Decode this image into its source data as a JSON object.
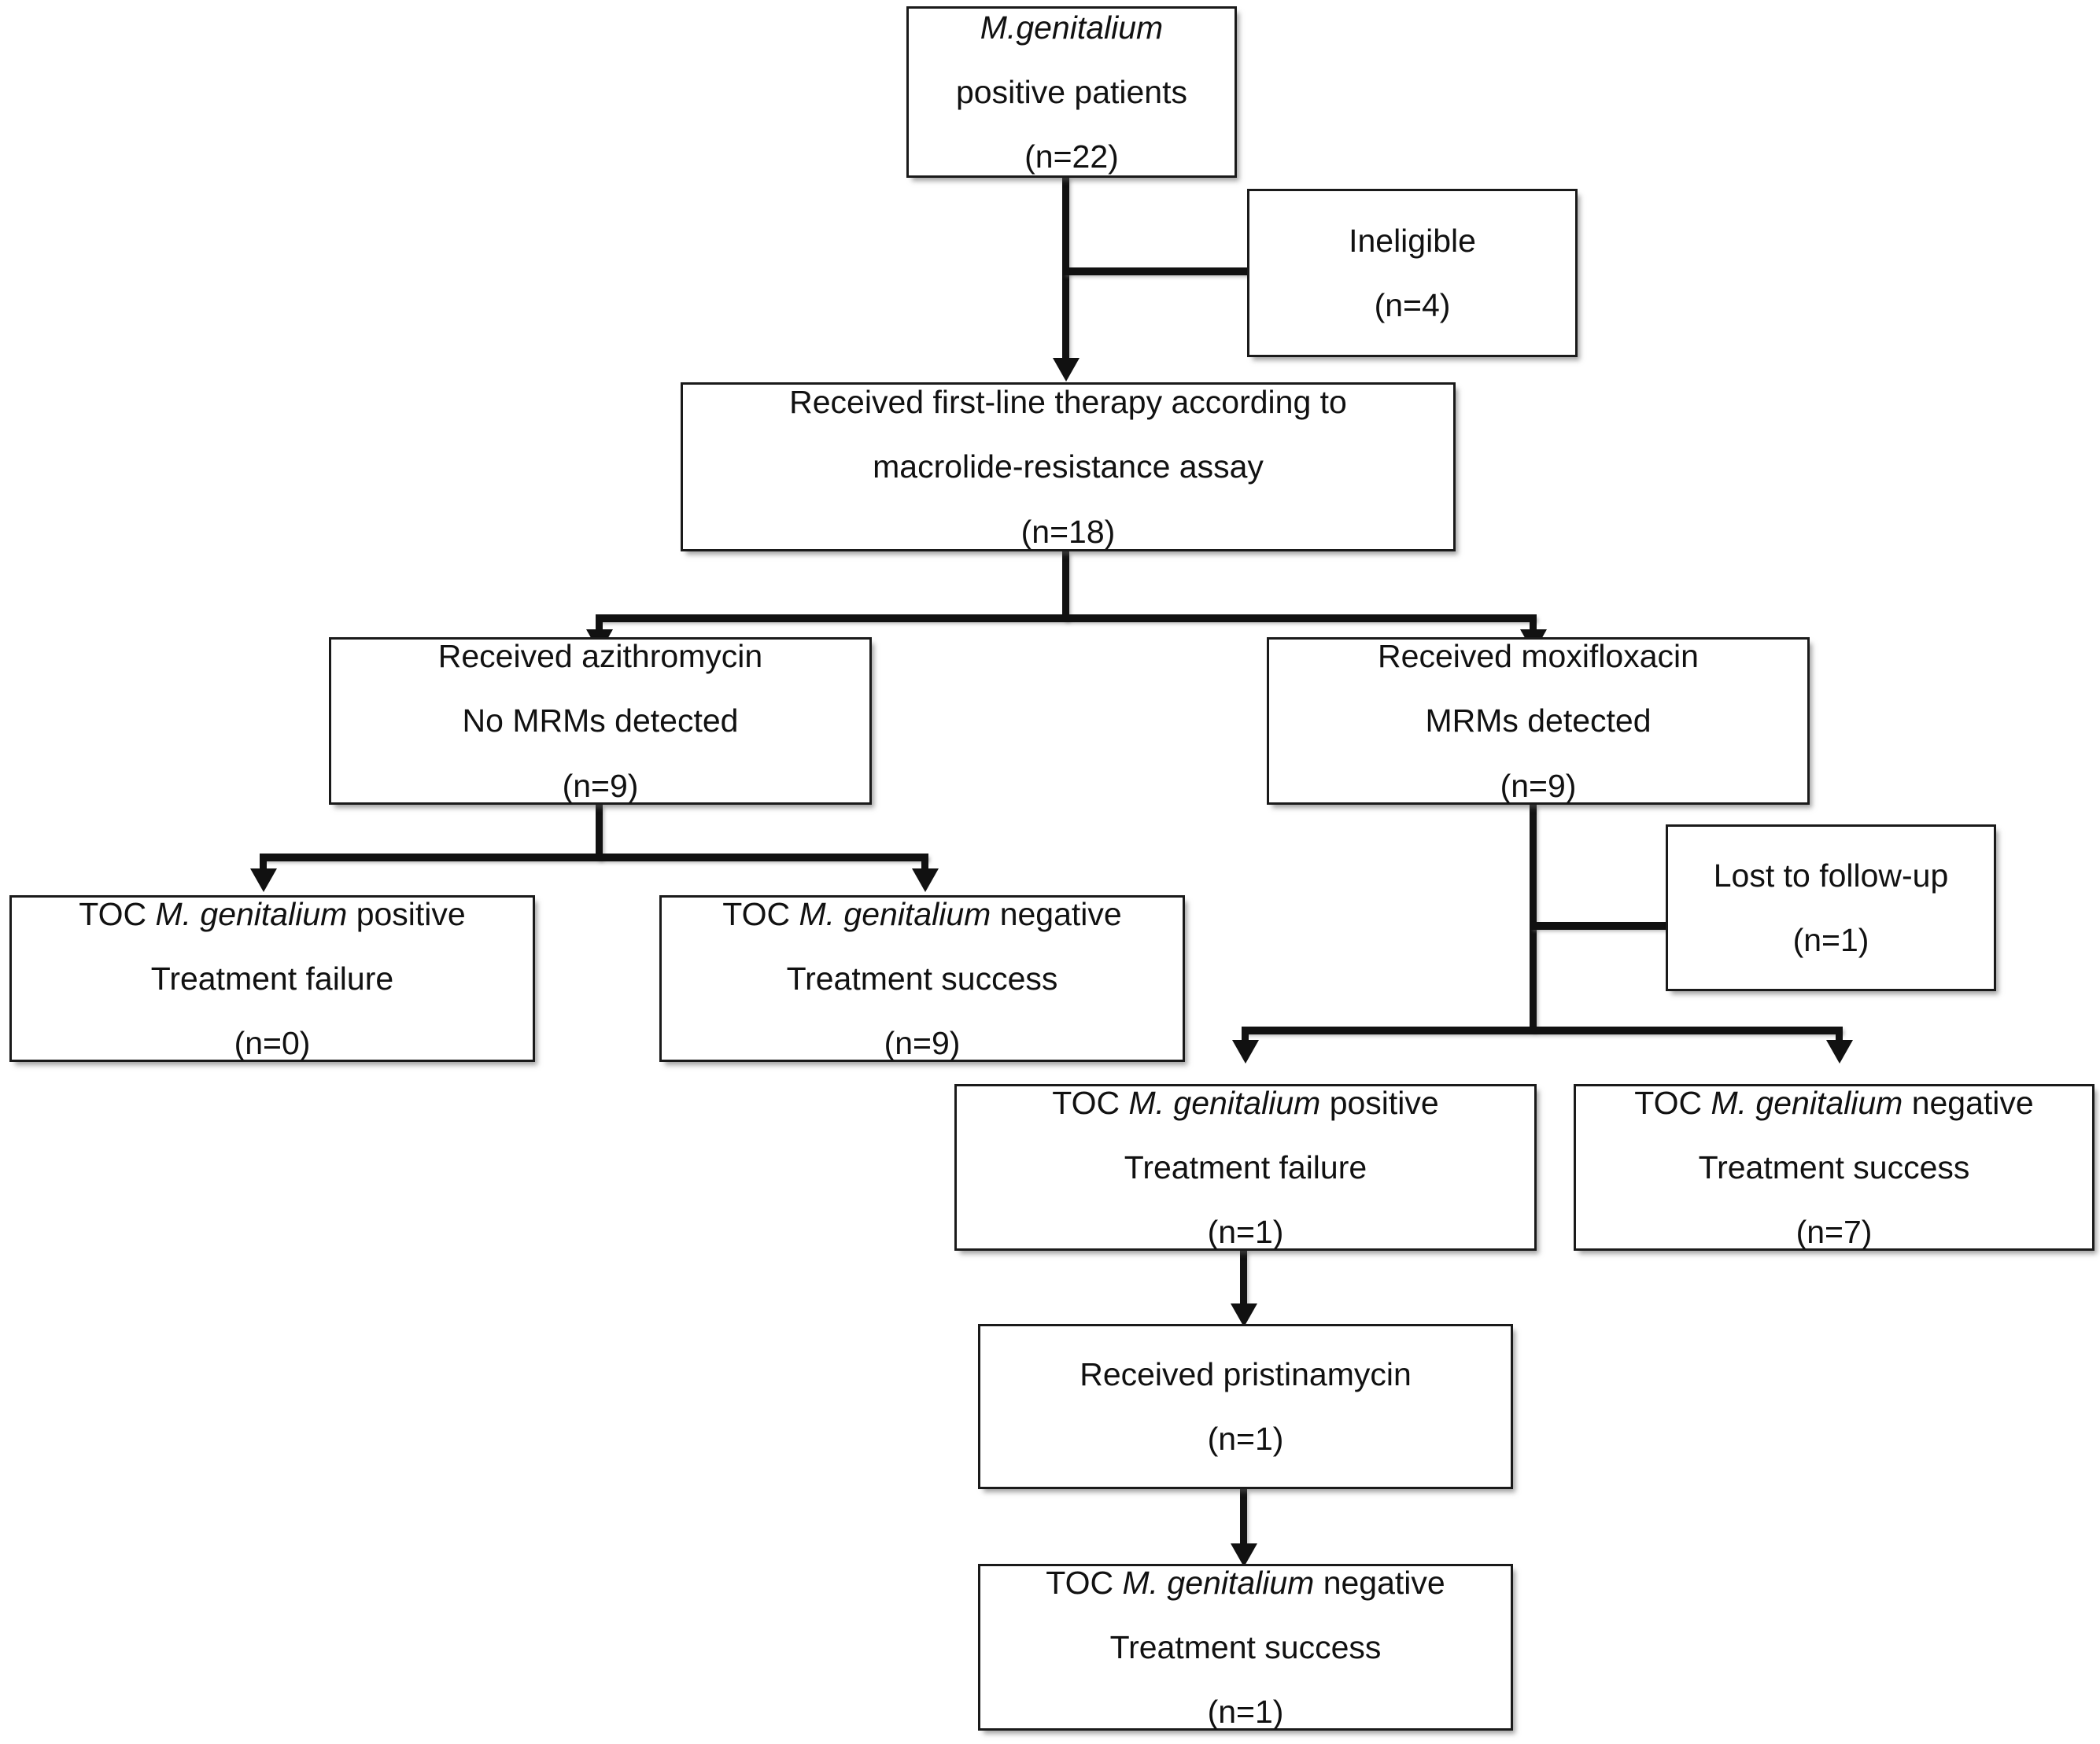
{
  "diagram": {
    "title": "M. genitalium treatment flow (CONSORT-style patient flow diagram)",
    "type": "flowchart",
    "nodes": [
      {
        "id": "positive-patients",
        "name": "mgenitalium-positive-patients-box",
        "lines": [
          "M.genitalium",
          "positive patients",
          "(n=22)"
        ],
        "italic_lines": [
          0
        ],
        "count": 22
      },
      {
        "id": "ineligible",
        "name": "ineligible-box",
        "lines": [
          "Ineligible",
          "(n=4)"
        ],
        "italic_lines": [],
        "count": 4
      },
      {
        "id": "first-line-therapy",
        "name": "first-line-therapy-box",
        "lines": [
          "Received first-line therapy  according to",
          "macrolide-resistance assay",
          "(n=18)"
        ],
        "italic_lines": [],
        "count": 18
      },
      {
        "id": "azithromycin",
        "name": "received-azithromycin-box",
        "lines": [
          "Received azithromycin",
          "No MRMs detected",
          "(n=9)"
        ],
        "italic_lines": [],
        "count": 9
      },
      {
        "id": "moxifloxacin",
        "name": "received-moxifloxacin-box",
        "lines": [
          "Received moxifloxacin",
          "MRMs detected",
          "(n=9)"
        ],
        "italic_lines": [],
        "count": 9
      },
      {
        "id": "azi-toc-positive",
        "name": "azithromycin-toc-positive-box",
        "lines": [
          "TOC M. genitalium positive",
          "Treatment failure",
          "(n=0)"
        ],
        "italic_lines": [],
        "count": 0
      },
      {
        "id": "azi-toc-negative",
        "name": "azithromycin-toc-negative-box",
        "lines": [
          "TOC M. genitalium negative",
          "Treatment success",
          "(n=9)"
        ],
        "italic_lines": [],
        "count": 9
      },
      {
        "id": "lost-to-followup",
        "name": "lost-to-follow-up-box",
        "lines": [
          "Lost to follow-up",
          "(n=1)"
        ],
        "italic_lines": [],
        "count": 1
      },
      {
        "id": "mox-toc-positive",
        "name": "moxifloxacin-toc-positive-box",
        "lines": [
          "TOC M. genitalium positive",
          "Treatment failure",
          "(n=1)"
        ],
        "italic_lines": [],
        "count": 1
      },
      {
        "id": "mox-toc-negative",
        "name": "moxifloxacin-toc-negative-box",
        "lines": [
          "TOC M. genitalium negative",
          "Treatment success",
          "(n=7)"
        ],
        "italic_lines": [],
        "count": 7
      },
      {
        "id": "pristinamycin",
        "name": "received-pristinamycin-box",
        "lines": [
          "Received pristinamycin",
          "(n=1)"
        ],
        "italic_lines": [],
        "count": 1
      },
      {
        "id": "pris-toc-negative",
        "name": "pristinamycin-toc-negative-box",
        "lines": [
          "TOC M. genitalium negative",
          "Treatment success",
          "(n=1)"
        ],
        "italic_lines": [],
        "count": 1
      }
    ]
  },
  "boxes": {
    "positive_patients": {
      "line1_italic": "M.genitalium",
      "line2": "positive patients",
      "line3": "(n=22)"
    },
    "ineligible": {
      "line1": "Ineligible",
      "line2": "(n=4)"
    },
    "first_line": {
      "line1": "Received first-line therapy  according to",
      "line2": "macrolide-resistance assay",
      "line3": "(n=18)"
    },
    "azithromycin": {
      "line1": "Received azithromycin",
      "line2": "No MRMs detected",
      "line3": "(n=9)"
    },
    "moxifloxacin": {
      "line1": "Received moxifloxacin",
      "line2": "MRMs detected",
      "line3": "(n=9)"
    },
    "azi_toc_pos": {
      "prefix": "TOC ",
      "species": "M. genitalium",
      "suffix": " positive",
      "line2": "Treatment failure",
      "line3": "(n=0)"
    },
    "azi_toc_neg": {
      "prefix": "TOC ",
      "species": "M. genitalium",
      "suffix": " negative",
      "line2": "Treatment success",
      "line3": "(n=9)"
    },
    "lost_followup": {
      "line1": "Lost to follow-up",
      "line2": "(n=1)"
    },
    "mox_toc_pos": {
      "prefix": "TOC ",
      "species": "M. genitalium",
      "suffix": " positive",
      "line2": "Treatment failure",
      "line3": "(n=1)"
    },
    "mox_toc_neg": {
      "prefix": "TOC ",
      "species": "M. genitalium",
      "suffix": " negative",
      "line2": "Treatment success",
      "line3": "(n=7)"
    },
    "pristinamycin": {
      "line1": "Received pristinamycin",
      "line2": "(n=1)"
    },
    "pris_toc_neg": {
      "prefix": "TOC ",
      "species": "M. genitalium",
      "suffix": " negative",
      "line2": "Treatment success",
      "line3": "(n=1)"
    }
  },
  "colors": {
    "box_border": "#1a1a1a",
    "box_fill": "#ffffff",
    "connector": "#111111",
    "text": "#111111",
    "background": "#ffffff"
  }
}
